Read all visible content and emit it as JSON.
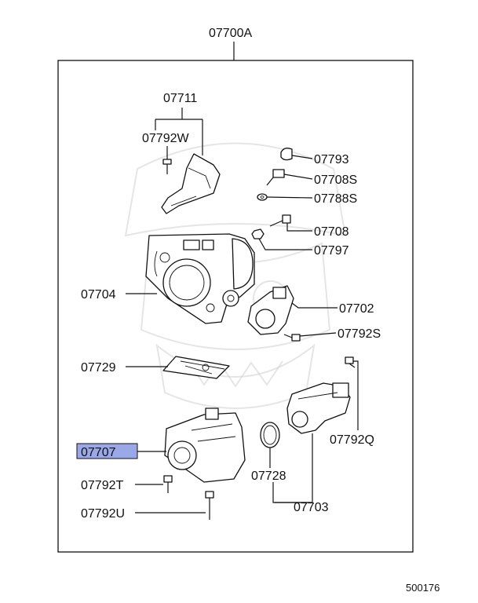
{
  "diagram": {
    "assembly_label": "07700A",
    "footer_ref": "500176",
    "highlight_color": "#9aa8e8",
    "parts": {
      "p07711": "07711",
      "p07792W": "07792W",
      "p07793": "07793",
      "p07708S": "07708S",
      "p07788S": "07788S",
      "p07708": "07708",
      "p07797": "07797",
      "p07704": "07704",
      "p07702": "07702",
      "p07792S": "07792S",
      "p07729": "07729",
      "p07707": "07707",
      "p07792Q": "07792Q",
      "p07728": "07728",
      "p07792T": "07792T",
      "p07703": "07703",
      "p07792U": "07792U"
    }
  }
}
